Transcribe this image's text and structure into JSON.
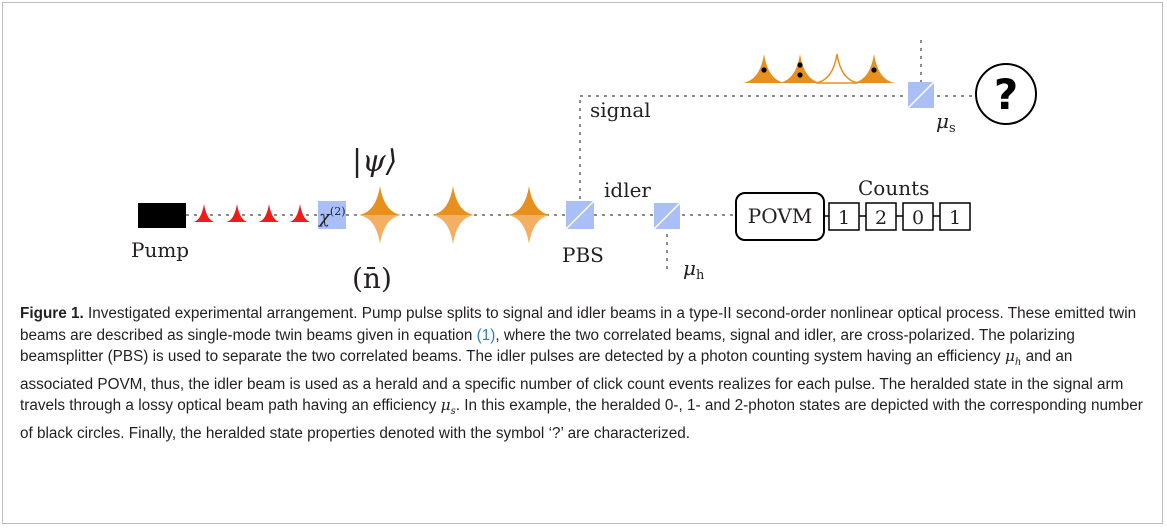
{
  "diagram": {
    "labels": {
      "pump": "Pump",
      "chi": "χ",
      "chi_sup": "(2)",
      "psi": "|ψ⟩",
      "nbar": "(n̄)",
      "pbs": "PBS",
      "signal": "signal",
      "idler": "idler",
      "mu_s": "μ",
      "mu_s_sub": "s",
      "mu_h": "μ",
      "mu_h_sub": "h",
      "povm": "POVM",
      "counts": "Counts",
      "question": "?"
    },
    "counts": [
      "1",
      "2",
      "0",
      "1"
    ],
    "colors": {
      "pump_pulse": "#ee1c1c",
      "twin_pulse": "#e8901e",
      "twin_pulse_light": "#f3b065",
      "splitter": "#a9bff5",
      "beam": "#8c8c8c"
    }
  },
  "caption": {
    "label": "Figure 1.",
    "p1": " Investigated experimental arrangement. Pump pulse splits to signal and idler beams in a type-II second-order nonlinear optical process. These emitted twin beams are described as single-mode twin beams given in equation ",
    "ref": "(1)",
    "p2": ", where the two correlated beams, signal and idler, are cross-polarized. The polarizing beamsplitter (PBS) is used to separate the two correlated beams. The idler pulses are detected by a photon counting system having an efficiency ",
    "mu": "μ",
    "mu_h_sub": "h",
    "p3": " and an associated POVM, thus, the idler beam is used as a herald and a specific number of click count events realizes for each pulse. The heralded state in the signal arm travels through a lossy optical beam path having an efficiency ",
    "mu_s_sub": "s",
    "p4": ". In this example, the heralded 0-, 1- and 2-photon states are depicted with the corresponding number of black circles. Finally, the heralded state properties denoted with the symbol ‘?’ are characterized."
  }
}
